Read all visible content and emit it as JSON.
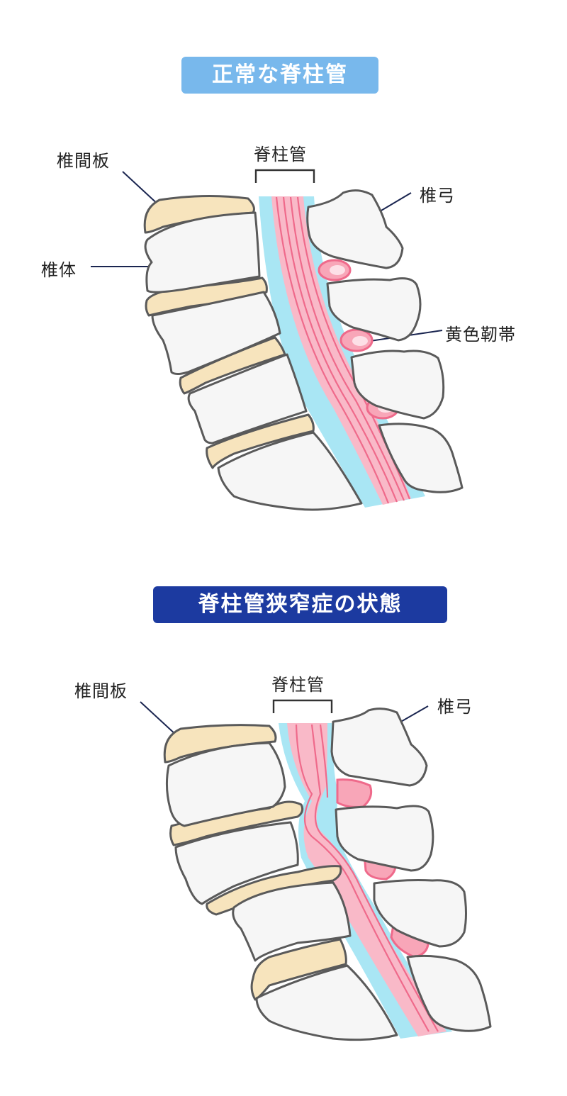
{
  "panels": {
    "normal": {
      "title": "正常な脊柱管",
      "labels": {
        "disc": "椎間板",
        "canal": "脊柱管",
        "lamina": "椎弓",
        "body": "椎体",
        "ligament": "黄色靭帯"
      }
    },
    "stenosis": {
      "title": "脊柱管狭窄症の状態",
      "labels": {
        "disc": "椎間板",
        "canal": "脊柱管",
        "lamina": "椎弓"
      }
    }
  },
  "colors": {
    "normal_title_bg": "#78b8ec",
    "stenosis_title_bg": "#1c3aa0",
    "canal": "#a9e6f4",
    "spinal_cord": "#f9b9c8",
    "nerve": "#ef6a8b",
    "disc": "#f7e4bd",
    "bone": "#f6f6f6",
    "ligament": "#f8a6b8"
  },
  "icons": [
    "spine-illustration-normal",
    "spine-illustration-stenosis"
  ]
}
